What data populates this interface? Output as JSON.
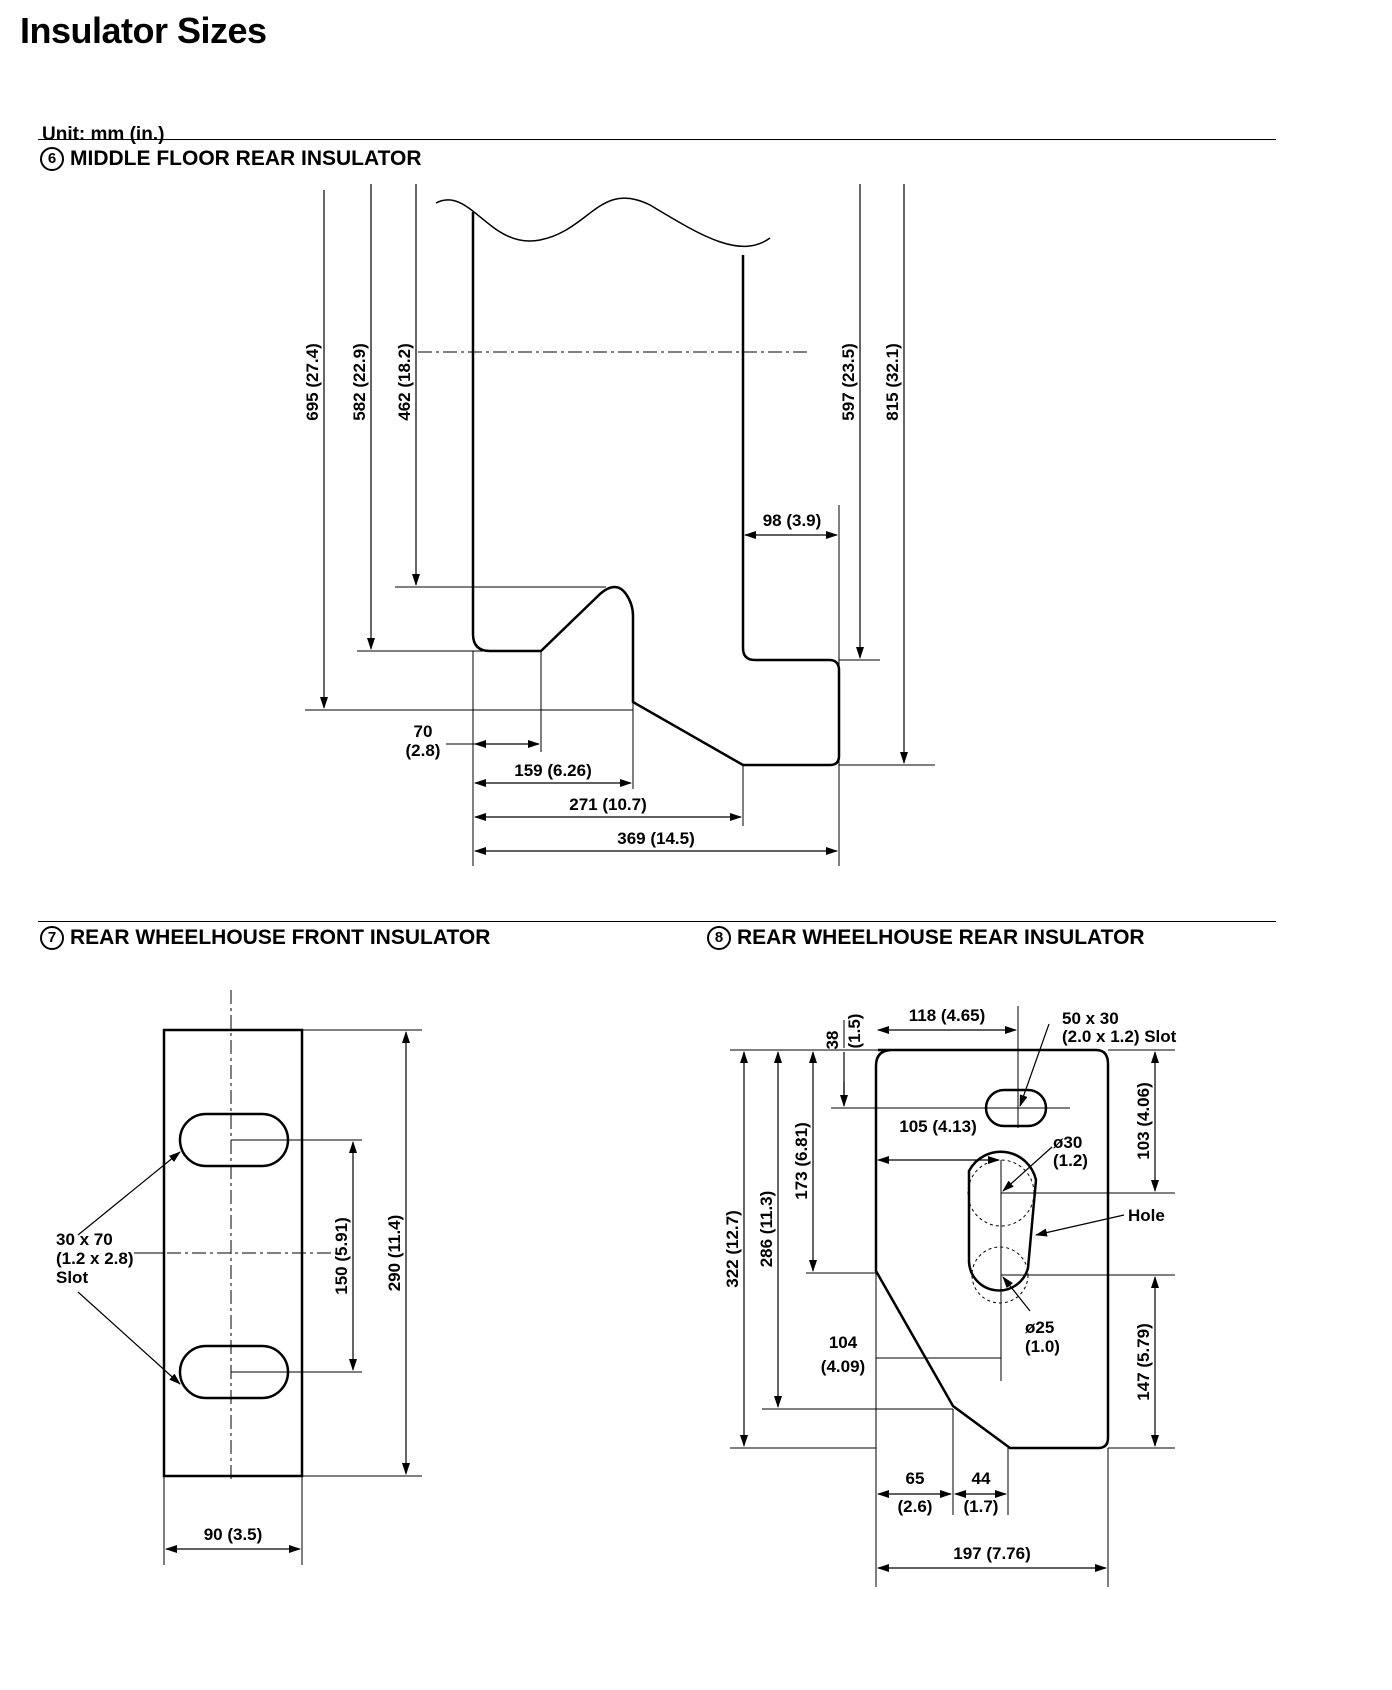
{
  "page": {
    "title": "Insulator Sizes",
    "unit": "Unit: mm (in.)"
  },
  "section6": {
    "number": "6",
    "title": "MIDDLE FLOOR REAR INSULATOR",
    "dims": {
      "h695": "695 (27.4)",
      "h582": "582 (22.9)",
      "h462": "462 (18.2)",
      "h597": "597 (23.5)",
      "h815": "815 (32.1)",
      "w98": "98 (3.9)",
      "w70a": "70",
      "w70b": "(2.8)",
      "w159": "159 (6.26)",
      "w271": "271 (10.7)",
      "w369": "369 (14.5)"
    }
  },
  "section7": {
    "number": "7",
    "title": "REAR WHEELHOUSE FRONT INSULATOR",
    "dims": {
      "slot1": "30 x 70",
      "slot2": "(1.2 x 2.8)",
      "slot3": "Slot",
      "h150": "150 (5.91)",
      "h290": "290 (11.4)",
      "w90": "90 (3.5)"
    }
  },
  "section8": {
    "number": "8",
    "title": "REAR WHEELHOUSE REAR INSULATOR",
    "dims": {
      "w118": "118 (4.65)",
      "h38a": "38",
      "h38b": "(1.5)",
      "slot1": "50 x 30",
      "slot2": "(2.0 x 1.2) Slot",
      "h103": "103 (4.06)",
      "w105": "105 (4.13)",
      "d30a": "ø30",
      "d30b": "(1.2)",
      "hole": "Hole",
      "h173": "173 (6.81)",
      "h286": "286 (11.3)",
      "h322": "322 (12.7)",
      "w104a": "104",
      "w104b": "(4.09)",
      "d25a": "ø25",
      "d25b": "(1.0)",
      "h147": "147 (5.79)",
      "w65a": "65",
      "w65b": "(2.6)",
      "w44a": "44",
      "w44b": "(1.7)",
      "w197": "197 (7.76)"
    }
  }
}
